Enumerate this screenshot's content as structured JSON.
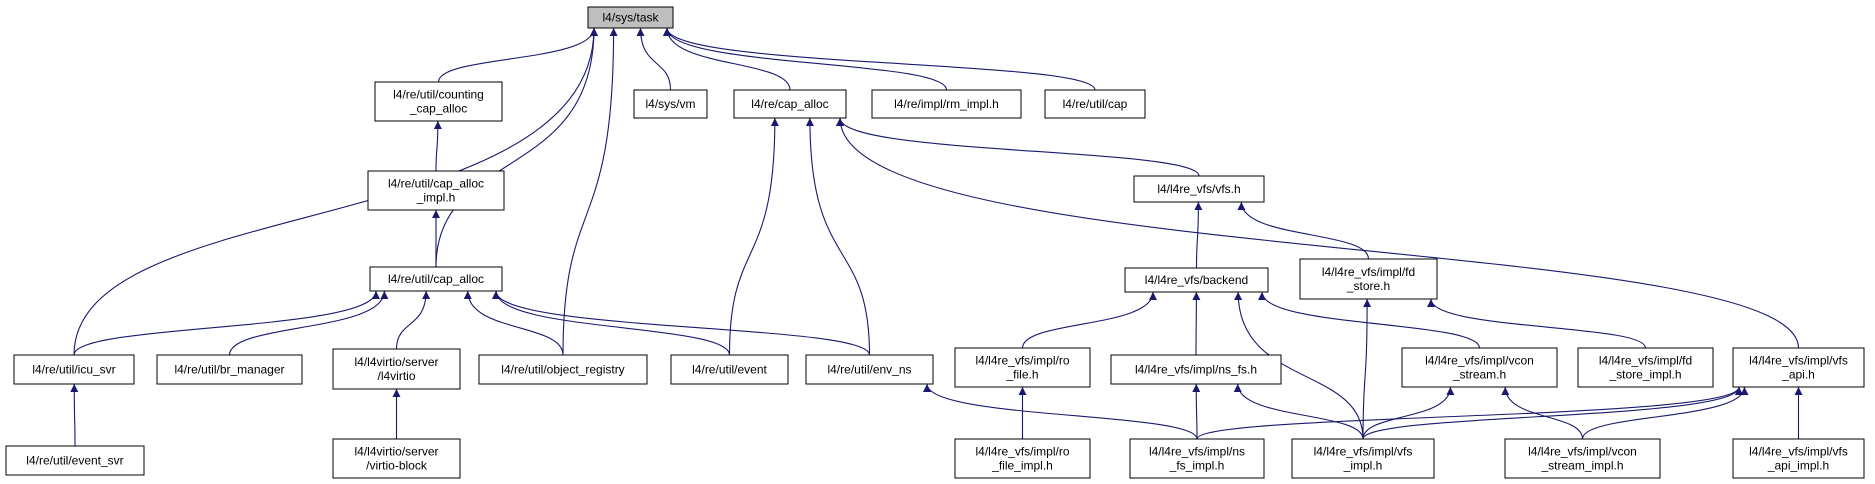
{
  "diagram": {
    "colors": {
      "edge": "#191970",
      "root_fill": "#bfbfbf",
      "node_fill": "#ffffff",
      "node_border": "#000000"
    },
    "nodes": [
      {
        "id": "sys_task",
        "lines": [
          "l4/sys/task"
        ]
      },
      {
        "id": "counting",
        "lines": [
          "l4/re/util/counting",
          "_cap_alloc"
        ]
      },
      {
        "id": "sys_vm",
        "lines": [
          "l4/sys/vm"
        ]
      },
      {
        "id": "re_cap_alloc",
        "lines": [
          "l4/re/cap_alloc"
        ]
      },
      {
        "id": "rm_impl",
        "lines": [
          "l4/re/impl/rm_impl.h"
        ]
      },
      {
        "id": "util_cap",
        "lines": [
          "l4/re/util/cap"
        ]
      },
      {
        "id": "cap_alloc_impl",
        "lines": [
          "l4/re/util/cap_alloc",
          "_impl.h"
        ]
      },
      {
        "id": "vfs_h",
        "lines": [
          "l4/l4re_vfs/vfs.h"
        ]
      },
      {
        "id": "util_cap_alloc",
        "lines": [
          "l4/re/util/cap_alloc"
        ]
      },
      {
        "id": "backend",
        "lines": [
          "l4/l4re_vfs/backend"
        ]
      },
      {
        "id": "fd_store",
        "lines": [
          "l4/l4re_vfs/impl/fd",
          "_store.h"
        ]
      },
      {
        "id": "icu_svr",
        "lines": [
          "l4/re/util/icu_svr"
        ]
      },
      {
        "id": "br_manager",
        "lines": [
          "l4/re/util/br_manager"
        ]
      },
      {
        "id": "l4virtio",
        "lines": [
          "l4/l4virtio/server",
          "/l4virtio"
        ]
      },
      {
        "id": "object_registry",
        "lines": [
          "l4/re/util/object_registry"
        ]
      },
      {
        "id": "event",
        "lines": [
          "l4/re/util/event"
        ]
      },
      {
        "id": "env_ns",
        "lines": [
          "l4/re/util/env_ns"
        ]
      },
      {
        "id": "ro_file",
        "lines": [
          "l4/l4re_vfs/impl/ro",
          "_file.h"
        ]
      },
      {
        "id": "ns_fs",
        "lines": [
          "l4/l4re_vfs/impl/ns_fs.h"
        ]
      },
      {
        "id": "vcon_stream",
        "lines": [
          "l4/l4re_vfs/impl/vcon",
          "_stream.h"
        ]
      },
      {
        "id": "fd_store_impl",
        "lines": [
          "l4/l4re_vfs/impl/fd",
          "_store_impl.h"
        ]
      },
      {
        "id": "vfs_api",
        "lines": [
          "l4/l4re_vfs/impl/vfs",
          "_api.h"
        ]
      },
      {
        "id": "event_svr",
        "lines": [
          "l4/re/util/event_svr"
        ]
      },
      {
        "id": "virtio_block",
        "lines": [
          "l4/l4virtio/server",
          "/virtio-block"
        ]
      },
      {
        "id": "ro_file_impl",
        "lines": [
          "l4/l4re_vfs/impl/ro",
          "_file_impl.h"
        ]
      },
      {
        "id": "ns_fs_impl",
        "lines": [
          "l4/l4re_vfs/impl/ns",
          "_fs_impl.h"
        ]
      },
      {
        "id": "vfs_impl",
        "lines": [
          "l4/l4re_vfs/impl/vfs",
          "_impl.h"
        ]
      },
      {
        "id": "vcon_stream_impl",
        "lines": [
          "l4/l4re_vfs/impl/vcon",
          "_stream_impl.h"
        ]
      },
      {
        "id": "vfs_api_impl",
        "lines": [
          "l4/l4re_vfs/impl/vfs",
          "_api_impl.h"
        ]
      }
    ],
    "edges": [
      {
        "from": "icu_svr",
        "to": "sys_task"
      },
      {
        "from": "counting",
        "to": "sys_task"
      },
      {
        "from": "util_cap_alloc",
        "to": "sys_task"
      },
      {
        "from": "object_registry",
        "to": "sys_task"
      },
      {
        "from": "sys_vm",
        "to": "sys_task"
      },
      {
        "from": "re_cap_alloc",
        "to": "sys_task"
      },
      {
        "from": "rm_impl",
        "to": "sys_task"
      },
      {
        "from": "util_cap",
        "to": "sys_task"
      },
      {
        "from": "cap_alloc_impl",
        "to": "counting"
      },
      {
        "from": "util_cap_alloc",
        "to": "cap_alloc_impl"
      },
      {
        "from": "icu_svr",
        "to": "util_cap_alloc"
      },
      {
        "from": "br_manager",
        "to": "util_cap_alloc"
      },
      {
        "from": "l4virtio",
        "to": "util_cap_alloc"
      },
      {
        "from": "object_registry",
        "to": "util_cap_alloc"
      },
      {
        "from": "event",
        "to": "util_cap_alloc"
      },
      {
        "from": "env_ns",
        "to": "util_cap_alloc"
      },
      {
        "from": "event",
        "to": "re_cap_alloc"
      },
      {
        "from": "env_ns",
        "to": "re_cap_alloc"
      },
      {
        "from": "vfs_h",
        "to": "re_cap_alloc"
      },
      {
        "from": "vfs_api",
        "to": "re_cap_alloc"
      },
      {
        "from": "backend",
        "to": "vfs_h"
      },
      {
        "from": "fd_store",
        "to": "vfs_h"
      },
      {
        "from": "ro_file",
        "to": "backend"
      },
      {
        "from": "ns_fs",
        "to": "backend"
      },
      {
        "from": "vcon_stream",
        "to": "backend"
      },
      {
        "from": "vfs_impl",
        "to": "backend"
      },
      {
        "from": "fd_store_impl",
        "to": "fd_store"
      },
      {
        "from": "vfs_impl",
        "to": "fd_store"
      },
      {
        "from": "event_svr",
        "to": "icu_svr"
      },
      {
        "from": "virtio_block",
        "to": "l4virtio"
      },
      {
        "from": "ns_fs_impl",
        "to": "env_ns"
      },
      {
        "from": "ro_file_impl",
        "to": "ro_file"
      },
      {
        "from": "ns_fs_impl",
        "to": "ns_fs"
      },
      {
        "from": "vfs_impl",
        "to": "ns_fs"
      },
      {
        "from": "vfs_impl",
        "to": "vcon_stream"
      },
      {
        "from": "vcon_stream_impl",
        "to": "vcon_stream"
      },
      {
        "from": "ns_fs_impl",
        "to": "vfs_api"
      },
      {
        "from": "vfs_impl",
        "to": "vfs_api"
      },
      {
        "from": "vcon_stream_impl",
        "to": "vfs_api"
      },
      {
        "from": "vfs_api_impl",
        "to": "vfs_api"
      }
    ]
  }
}
